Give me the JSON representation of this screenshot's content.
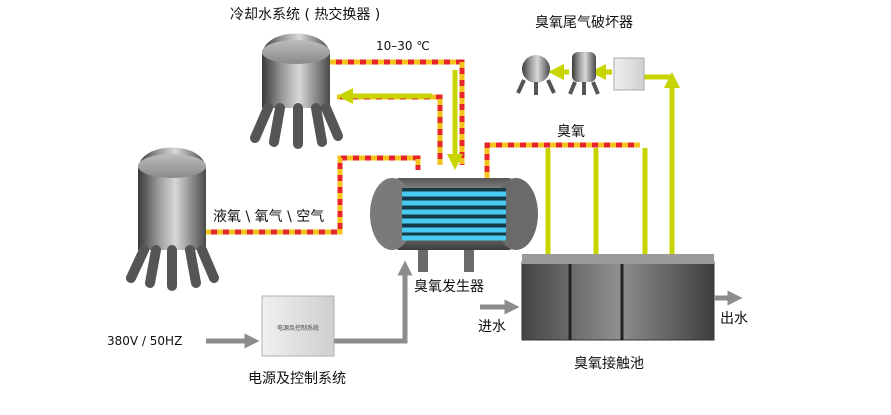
{
  "labels": {
    "cooling_system": "冷却水系统 ( 热交换器 )",
    "cooling_temp": "10–30 ℃",
    "destructor": "臭氧尾气破坏器",
    "ozone": "臭氧",
    "gas_source": "液氧 \\ 氧气 \\ 空气",
    "generator": "臭氧发生器",
    "power_input": "380V / 50HZ",
    "inlet": "进水",
    "outlet": "出水",
    "contact_tank": "臭氧接触池",
    "power_system": "电源及控制系统",
    "control_box_text": "电源及控制系统"
  },
  "colors": {
    "hot_pipe": "#e6262a",
    "hot_pipe_alt": "#f4c41c",
    "flow_arrow": "#c8d400",
    "gray_arrow": "#8c8c8c",
    "cyan_tubes": "#49c9f0"
  }
}
